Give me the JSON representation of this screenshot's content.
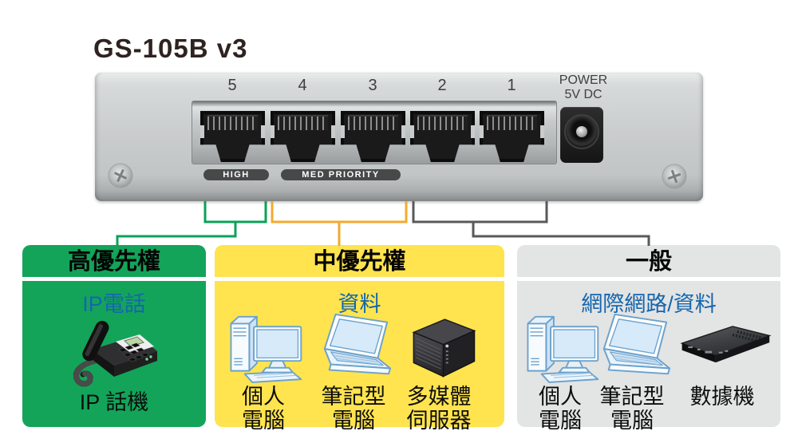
{
  "title": "GS-105B v3",
  "device": {
    "name": "switch-rear-panel",
    "ports": [
      "5",
      "4",
      "3",
      "2",
      "1"
    ],
    "power_line1": "POWER",
    "power_line2": "5V DC",
    "badge_high": "HIGH",
    "badge_med": "MED PRIORITY"
  },
  "groups": {
    "high": {
      "header": "高優先權",
      "label": "IP電話",
      "devices": {
        "phone": {
          "icon": "ip-phone",
          "caption": "IP 話機"
        }
      }
    },
    "medium": {
      "header": "中優先權",
      "label": "資料",
      "devices": {
        "pc": {
          "icon": "desktop-pc",
          "line1": "個人",
          "line2": "電腦"
        },
        "laptop": {
          "icon": "laptop",
          "line1": "筆記型",
          "line2": "電腦"
        },
        "nas": {
          "icon": "nas-server",
          "line1": "多媒體",
          "line2": "伺服器"
        }
      }
    },
    "normal": {
      "header": "一般",
      "label": "網際網路/資料",
      "devices": {
        "pc": {
          "icon": "desktop-pc",
          "line1": "個人",
          "line2": "電腦"
        },
        "laptop": {
          "icon": "laptop",
          "line1": "筆記型",
          "line2": "電腦"
        },
        "modem": {
          "icon": "modem",
          "line1": "數據機",
          "line2": ""
        }
      }
    }
  },
  "colors": {
    "high_green": "#13a45a",
    "medium_yellow": "#ffe44f",
    "normal_gray": "#e3e4e4",
    "blue_label": "#1566ad",
    "line_green": "#0aa159",
    "line_yellow": "#f2ab2e",
    "line_gray": "#58595b",
    "title_text": "#2e2321"
  }
}
